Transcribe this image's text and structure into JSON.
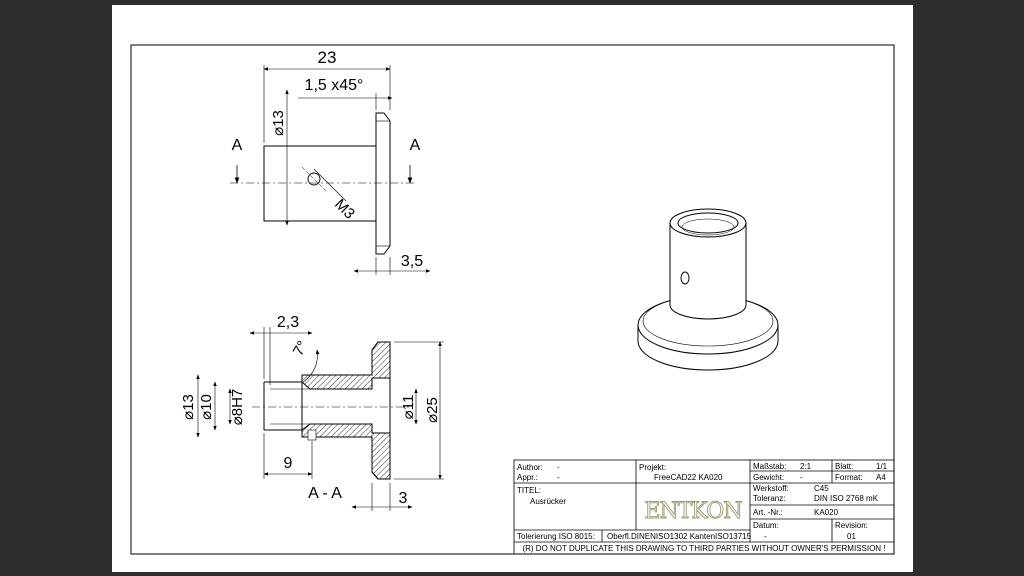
{
  "views": {
    "front": {
      "dim_length": "23",
      "dim_chamfer": "1,5 x45°",
      "dim_dia": "⌀13",
      "dim_thread": "M3",
      "dim_flange": "3,5",
      "section_mark_left": "A",
      "section_mark_right": "A"
    },
    "section": {
      "dim_top": "2,3",
      "dim_angle": "7°",
      "dim_d13": "⌀13",
      "dim_d10": "⌀10",
      "dim_d8": "⌀8H7",
      "dim_d11": "⌀11",
      "dim_d25": "⌀25",
      "dim_9": "9",
      "dim_3": "3",
      "label": "A - A"
    }
  },
  "titleblock": {
    "author_label": "Author:",
    "author_value": "-",
    "appr_label": "Appr.:",
    "appr_value": "-",
    "projekt_label": "Projekt:",
    "projekt_value": "FreeCAD22 KA020",
    "massstab_label": "Maßstab:",
    "massstab_value": "2:1",
    "blatt_label": "Blatt:",
    "blatt_value": "1/1",
    "gewicht_label": "Gewicht:",
    "gewicht_value": "-",
    "format_label": "Format:",
    "format_value": "A4",
    "titel_label": "TITEL:",
    "titel_value": "Ausrücker",
    "werkstoff_label": "Werkstoff:",
    "werkstoff_value": "C45",
    "toleranz_label": "Toleranz:",
    "toleranz_value": "DIN ISO 2768 mK",
    "artnr_label": "Art. -Nr.:",
    "artnr_value": "KA020",
    "datum_label": "Datum:",
    "datum_value": "-",
    "revision_label": "Revision:",
    "revision_value": "01",
    "tolerierung": "Tolerierung ISO 8015:",
    "oberfl": "Oberfl.DINENISO1302 KantenISO13715",
    "notice": "(R) DO NOT DUPLICATE THIS DRAWING TO THIRD PARTIES WITHOUT OWNER'S PERMISSION !",
    "logo_text": "ENTKON"
  }
}
